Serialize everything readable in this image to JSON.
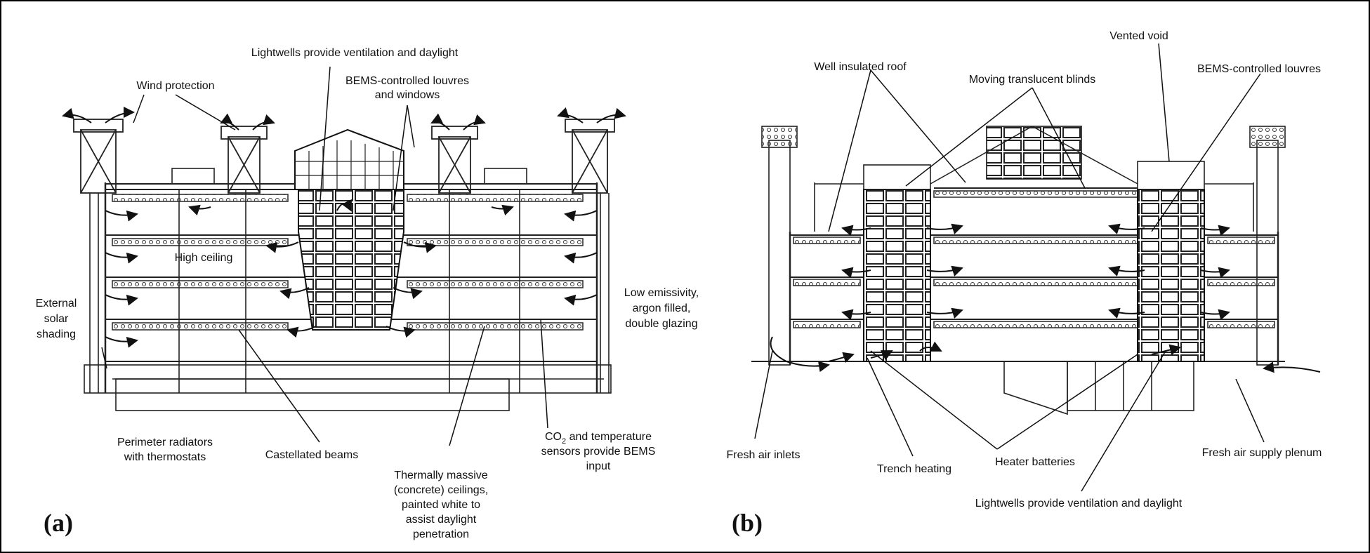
{
  "panel_a": {
    "tag": "(a)",
    "labels": {
      "lightwells": "Lightwells provide ventilation and daylight",
      "wind_protection": "Wind protection",
      "bems_louvres_1": "BEMS-controlled louvres",
      "bems_louvres_2": "and windows",
      "high_ceiling": "High ceiling",
      "external_shading_1": "External",
      "external_shading_2": "solar",
      "external_shading_3": "shading",
      "low_e_1": "Low emissivity,",
      "low_e_2": "argon filled,",
      "low_e_3": "double glazing",
      "perimeter_1": "Perimeter radiators",
      "perimeter_2": "with thermostats",
      "castellated": "Castellated beams",
      "thermal_1": "Thermally massive",
      "thermal_2": "(concrete) ceilings,",
      "thermal_3": "painted white to",
      "thermal_4": "assist daylight",
      "thermal_5": "penetration",
      "co2_1": "CO",
      "co2_sub": "2",
      "co2_1b": " and temperature",
      "co2_2": "sensors provide BEMS",
      "co2_3": "input"
    }
  },
  "panel_b": {
    "tag": "(b)",
    "labels": {
      "vented_void": "Vented void",
      "insulated_roof": "Well insulated roof",
      "blinds": "Moving translucent blinds",
      "bems_louvres": "BEMS-controlled louvres",
      "fresh_inlets": "Fresh air inlets",
      "trench": "Trench heating",
      "heater": "Heater batteries",
      "plenum": "Fresh air supply plenum",
      "lightwells": "Lightwells provide ventilation and daylight"
    }
  },
  "colors": {
    "line": "#222222",
    "background": "#ffffff"
  }
}
